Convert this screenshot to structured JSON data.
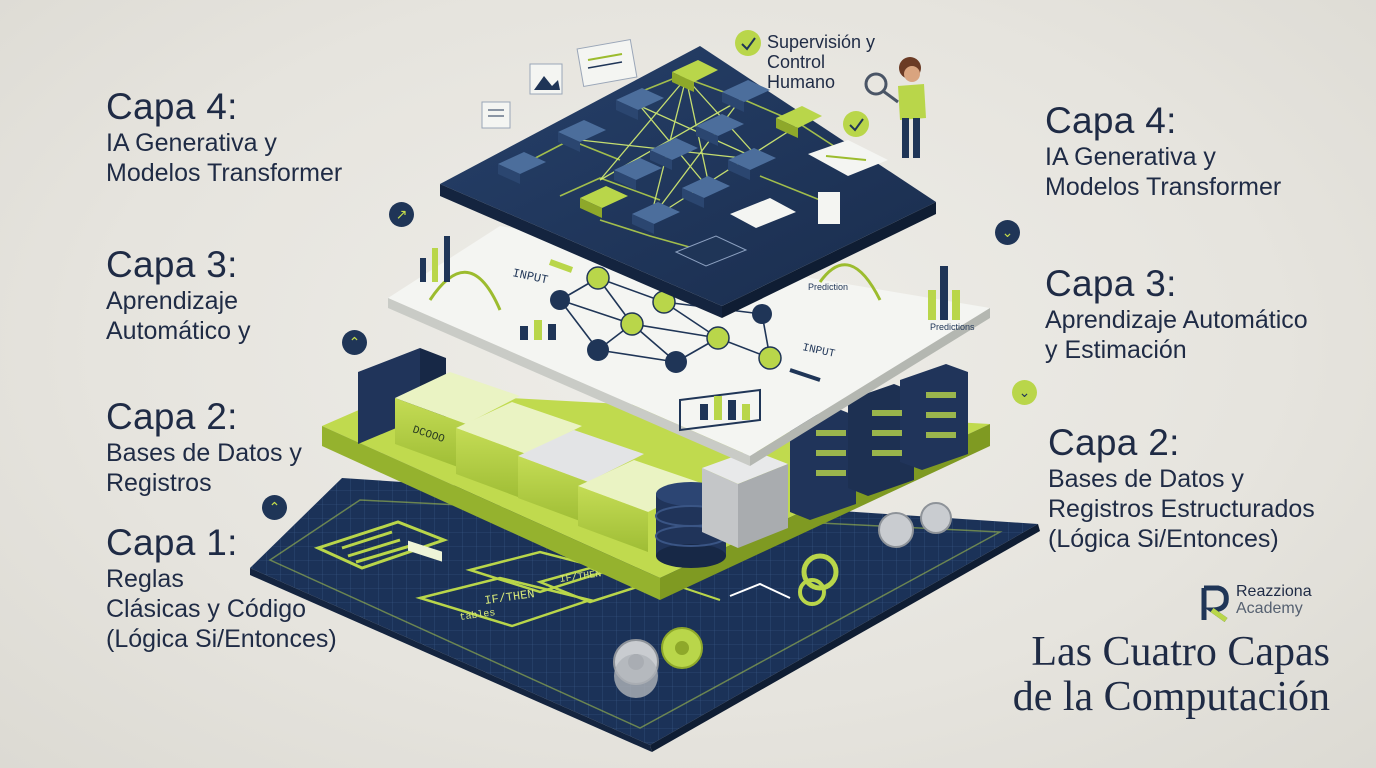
{
  "left_labels": [
    {
      "heading": "Capa 4:",
      "lines": [
        "IA Generativa y",
        "Modelos Transformer"
      ]
    },
    {
      "heading": "Capa 3:",
      "lines": [
        "Aprendizaje",
        "Automático y"
      ]
    },
    {
      "heading": "Capa 2:",
      "lines": [
        "Bases de Datos y",
        "Registros"
      ]
    },
    {
      "heading": "Capa 1:",
      "lines": [
        "Reglas",
        "Clásicas y Código",
        "(Lógica Si/Entonces)"
      ]
    }
  ],
  "right_labels": [
    {
      "heading": "Capa 4:",
      "lines": [
        "IA Generativa y",
        "Modelos Transformer"
      ]
    },
    {
      "heading": "Capa 3:",
      "lines": [
        "Aprendizaje Automático",
        "y Estimación"
      ]
    },
    {
      "heading": "Capa 2:",
      "lines": [
        "Bases de Datos y",
        "Registros Estructurados",
        "(Lógica Si/Entonces)"
      ]
    }
  ],
  "supervision": [
    "Supervisión y",
    "Control",
    "Humano"
  ],
  "layer_texts": {
    "input": "INPUT",
    "output": "INPUT",
    "prediction": "Prediction",
    "predictions": "Predictions",
    "ifthen": "IF/THEN",
    "ifthen2": "IF/THEN",
    "tables": "tables",
    "drawer": "DCOOO"
  },
  "brand": {
    "name": "Reazziona",
    "sub": "Academy"
  },
  "title": [
    "Las Cuatro Capas",
    "de la Computación"
  ],
  "colors": {
    "navy": "#1f3557",
    "lime": "#b9d64a",
    "white_layer": "#f4f5f2",
    "bg": "#e8e6e0"
  }
}
